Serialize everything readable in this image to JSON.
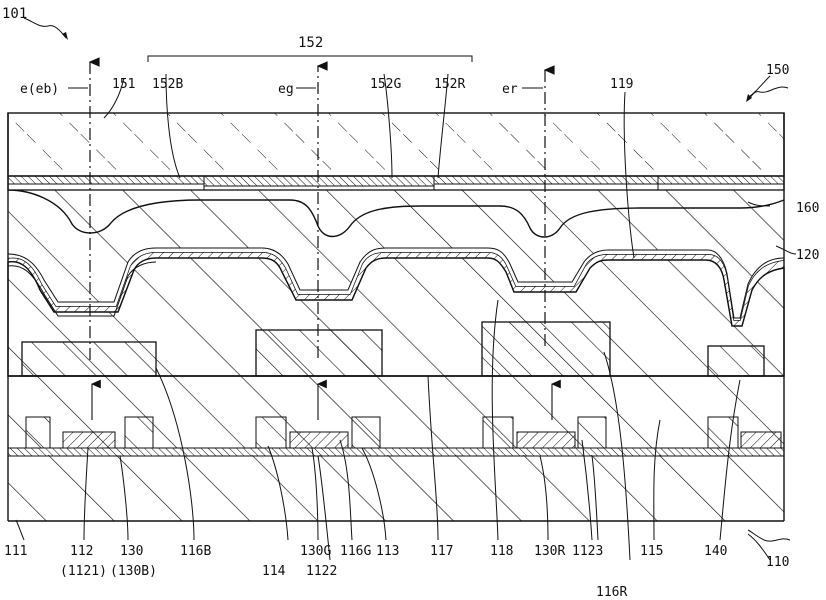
{
  "labels": {
    "device": "101",
    "color_filter_group": "152",
    "emission_blue": "e(eb)",
    "emission_green": "eg",
    "emission_red": "er",
    "sealing_substrate": "151",
    "filter_blue": "152B",
    "filter_green": "152G",
    "filter_red": "152R",
    "sealing_unit": "150",
    "layer_119": "119",
    "layer_160": "160",
    "layer_120": "120",
    "substrate": "111",
    "layer_112": "112",
    "layer_112_sub": "(1121)",
    "tft_130": "130",
    "tft_130_sub": "(130B)",
    "anode_blue": "116B",
    "electrode_114": "114",
    "tft_green": "130G",
    "layer_1122": "1122",
    "anode_green": "116G",
    "layer_113": "113",
    "layer_117": "117",
    "layer_118": "118",
    "tft_red": "130R",
    "layer_1123": "1123",
    "layer_115": "115",
    "anode_red": "116R",
    "layer_140": "140",
    "panel_110": "110"
  }
}
